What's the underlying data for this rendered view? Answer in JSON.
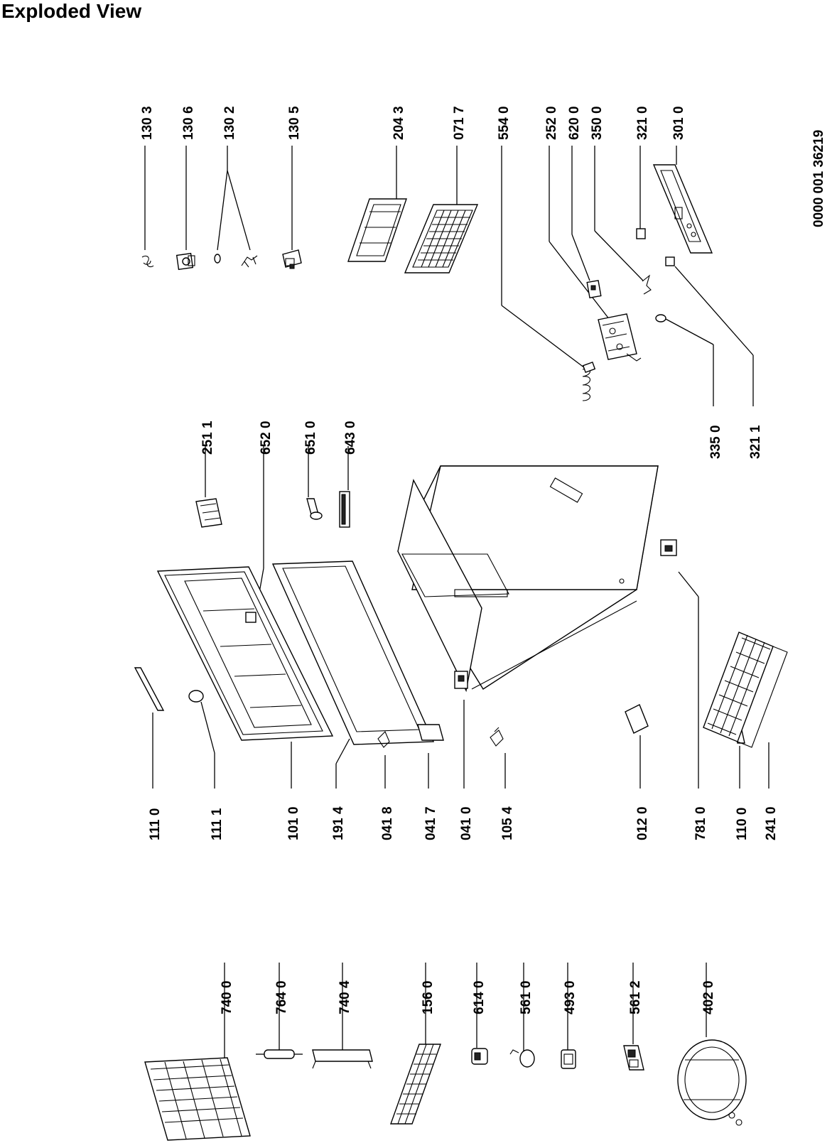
{
  "title": "Exploded View",
  "doc_number": "0000 001 36219",
  "labels": {
    "p1303": "130 3",
    "p1306": "130 6",
    "p1302": "130 2",
    "p1305": "130 5",
    "p2043": "204 3",
    "p0717": "071 7",
    "p5540": "554 0",
    "p2520": "252 0",
    "p6200": "620 0",
    "p3500": "350 0",
    "p3210": "321 0",
    "p3010": "301 0",
    "p3350": "335 0",
    "p3211": "321 1",
    "p2511": "251 1",
    "p6520": "652 0",
    "p6510": "651 0",
    "p6430": "643 0",
    "p1110": "111 0",
    "p1111": "111 1",
    "p1010": "101 0",
    "p1914": "191 4",
    "p0418": "041 8",
    "p0417": "041 7",
    "p0410": "041 0",
    "p1054": "105 4",
    "p0120": "012 0",
    "p7810": "781 0",
    "p1100": "110 0",
    "p2410": "241 0",
    "p7400": "740 0",
    "p7640": "764 0",
    "p7404": "740 4",
    "p1560": "156 0",
    "p6140": "614 0",
    "p5610": "561 0",
    "p4930": "493 0",
    "p5612": "561 2",
    "p4020": "402 0"
  }
}
